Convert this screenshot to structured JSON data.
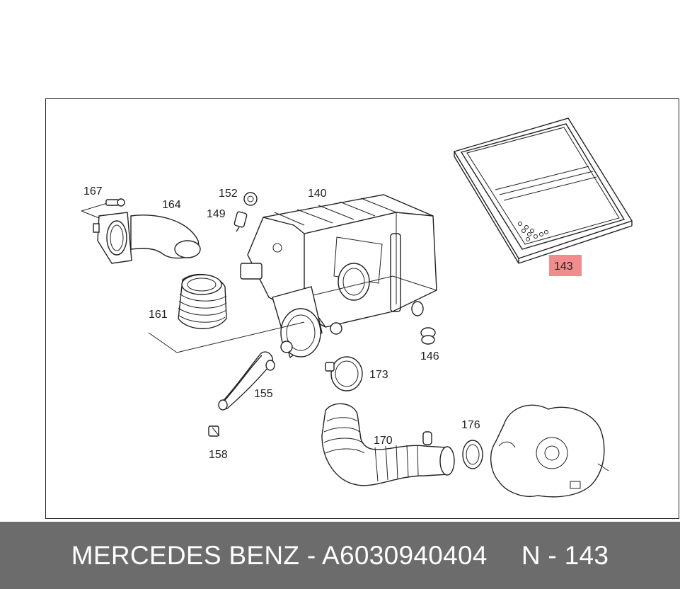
{
  "diagram": {
    "highlight_color": "#f28c8c",
    "highlighted_part": "143",
    "parts": [
      {
        "id": "p167",
        "label": "167"
      },
      {
        "id": "p164",
        "label": "164"
      },
      {
        "id": "p152",
        "label": "152"
      },
      {
        "id": "p149",
        "label": "149"
      },
      {
        "id": "p140",
        "label": "140"
      },
      {
        "id": "p143",
        "label": "143"
      },
      {
        "id": "p161",
        "label": "161"
      },
      {
        "id": "p146",
        "label": "146"
      },
      {
        "id": "p173",
        "label": "173"
      },
      {
        "id": "p155",
        "label": "155"
      },
      {
        "id": "p158",
        "label": "158"
      },
      {
        "id": "p170",
        "label": "170"
      },
      {
        "id": "p176",
        "label": "176"
      }
    ]
  },
  "footer": {
    "brand_part": "MERCEDES BENZ - A6030940404",
    "position": "N - 143",
    "background": "#6c6c6c"
  }
}
